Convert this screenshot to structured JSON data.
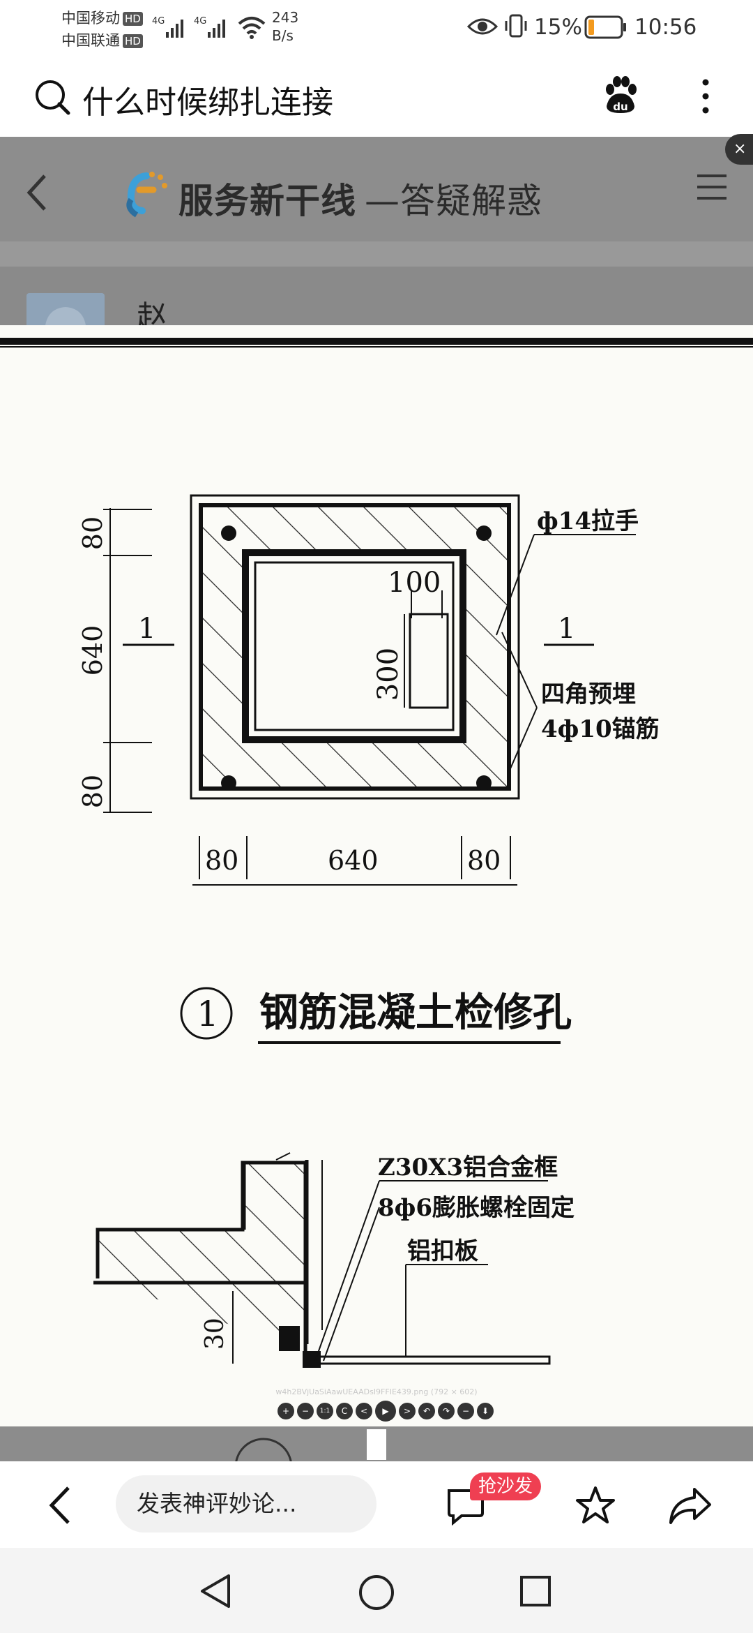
{
  "status_bar": {
    "carrier1": "中国移动",
    "carrier2": "中国联通",
    "hd": "HD",
    "net_type": "4G",
    "speed_value": "243",
    "speed_unit": "B/s",
    "battery": "15%",
    "time": "10:56"
  },
  "search_bar": {
    "query": "什么时候绑扎连接",
    "icons": [
      "search-icon",
      "baidu-paw-icon",
      "more-vert-icon"
    ]
  },
  "web_page": {
    "logo_text": "服务新干线",
    "logo_subtitle": "—答疑解惑",
    "username": "赵"
  },
  "drawing": {
    "dim_80": "80",
    "dim_640": "640",
    "dim_100": "100",
    "dim_300": "300",
    "dim_30": "30",
    "section_mark": "1",
    "label_pull_handle": "ф14拉手",
    "label_anchor_line1": "四角预埋",
    "label_anchor_line2": "4ф10锚筋",
    "detail_number": "1",
    "detail_title": "钢筋混凝土检修孔",
    "label_frame_line1": "Z30X3铝合金框",
    "label_frame_line2": "8ф6膨胀螺栓固定",
    "label_plate": "铝扣板"
  },
  "viewer": {
    "caption": "w4h2BVjUaSiAawUEAADsI9FFIE439.png (792 × 602)",
    "tools": [
      "+",
      "−",
      "1:1",
      "C",
      "<",
      "▶",
      ">",
      "↶",
      "↷",
      "−",
      "⬇"
    ]
  },
  "bottom_bar": {
    "comment_placeholder": "发表神评妙论...",
    "sofa_badge": "抢沙发"
  }
}
